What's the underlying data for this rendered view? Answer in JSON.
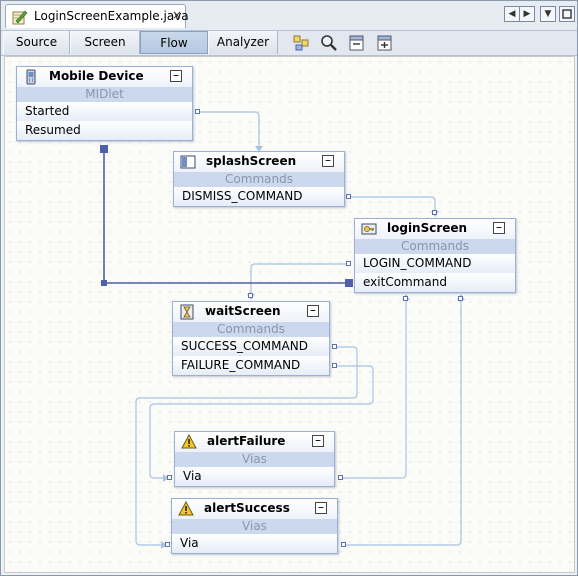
{
  "tab": {
    "title": "LoginScreenExample.java",
    "close": "×"
  },
  "views": [
    "Source",
    "Screen",
    "Flow",
    "Analyzer"
  ],
  "active_view": "Flow",
  "colors": {
    "accent": "#b6c9e1",
    "wire": "#aac2e4",
    "wire_dark": "#4f5fa8",
    "node_sub": "#cbd8ee"
  },
  "nodes": {
    "mobile": {
      "name": "Mobile Device",
      "sub": "MIDlet",
      "rows": [
        "Started",
        "Resumed"
      ],
      "icon": "phone-icon"
    },
    "splash": {
      "name": "splashScreen",
      "sub": "Commands",
      "rows": [
        "DISMISS_COMMAND"
      ],
      "icon": "splash-screen-icon"
    },
    "login": {
      "name": "loginScreen",
      "sub": "Commands",
      "rows": [
        "LOGIN_COMMAND",
        "exitCommand"
      ],
      "icon": "login-key-icon"
    },
    "wait": {
      "name": "waitScreen",
      "sub": "Commands",
      "rows": [
        "SUCCESS_COMMAND",
        "FAILURE_COMMAND"
      ],
      "icon": "hourglass-icon"
    },
    "failure": {
      "name": "alertFailure",
      "sub": "Vias",
      "rows": [
        "Via"
      ],
      "icon": "warning-icon"
    },
    "success": {
      "name": "alertSuccess",
      "sub": "Vias",
      "rows": [
        "Via"
      ],
      "icon": "warning-icon"
    }
  }
}
